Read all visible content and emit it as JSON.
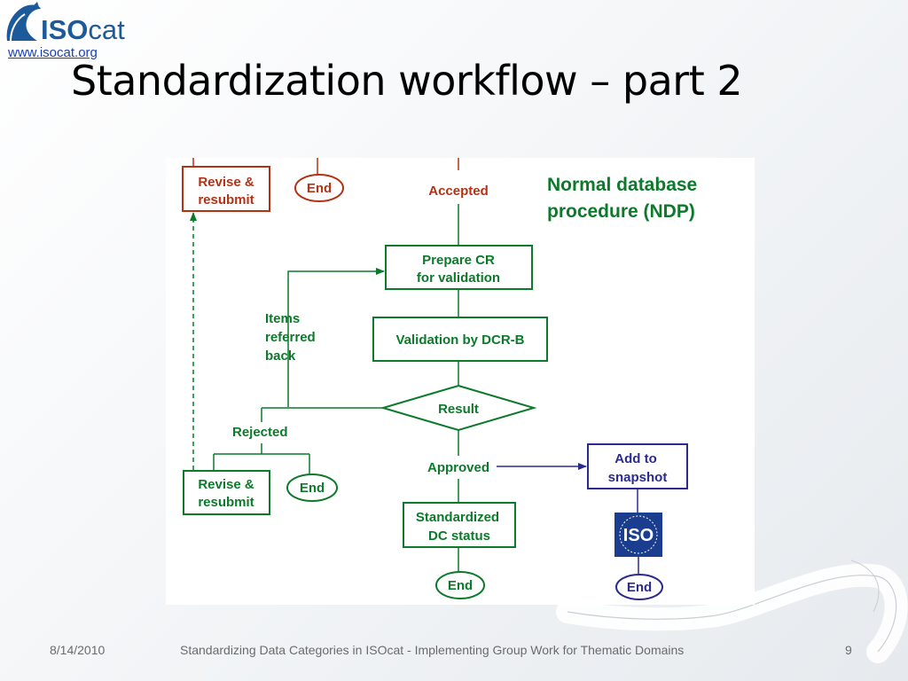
{
  "header": {
    "logo_text_bold": "ISO",
    "logo_text_light": "cat",
    "logo_url": "www.isocat.org",
    "title": "Standardization workflow – part 2"
  },
  "diagram": {
    "ndp_label_line1": "Normal database",
    "ndp_label_line2": "procedure (NDP)",
    "revise_top_line1": "Revise &",
    "revise_top_line2": "resubmit",
    "end_top": "End",
    "accepted": "Accepted",
    "prepare_line1": "Prepare CR",
    "prepare_line2": "for validation",
    "items_line1": "Items",
    "items_line2": "referred",
    "items_line3": "back",
    "validation": "Validation by DCR-B",
    "result": "Result",
    "rejected": "Rejected",
    "approved": "Approved",
    "add_line1": "Add to",
    "add_line2": "snapshot",
    "revise_bottom_line1": "Revise &",
    "revise_bottom_line2": "resubmit",
    "end_rejected": "End",
    "standardized_line1": "Standardized",
    "standardized_line2": "DC status",
    "end_approved": "End",
    "end_snapshot": "End",
    "iso_logo_text": "ISO"
  },
  "colors": {
    "green": "#0c7a2a",
    "red": "#b43214",
    "blue": "#2b2b8f"
  },
  "footer": {
    "date": "8/14/2010",
    "center": "Standardizing Data Categories in ISOcat - Implementing Group Work for Thematic Domains",
    "page": "9"
  }
}
